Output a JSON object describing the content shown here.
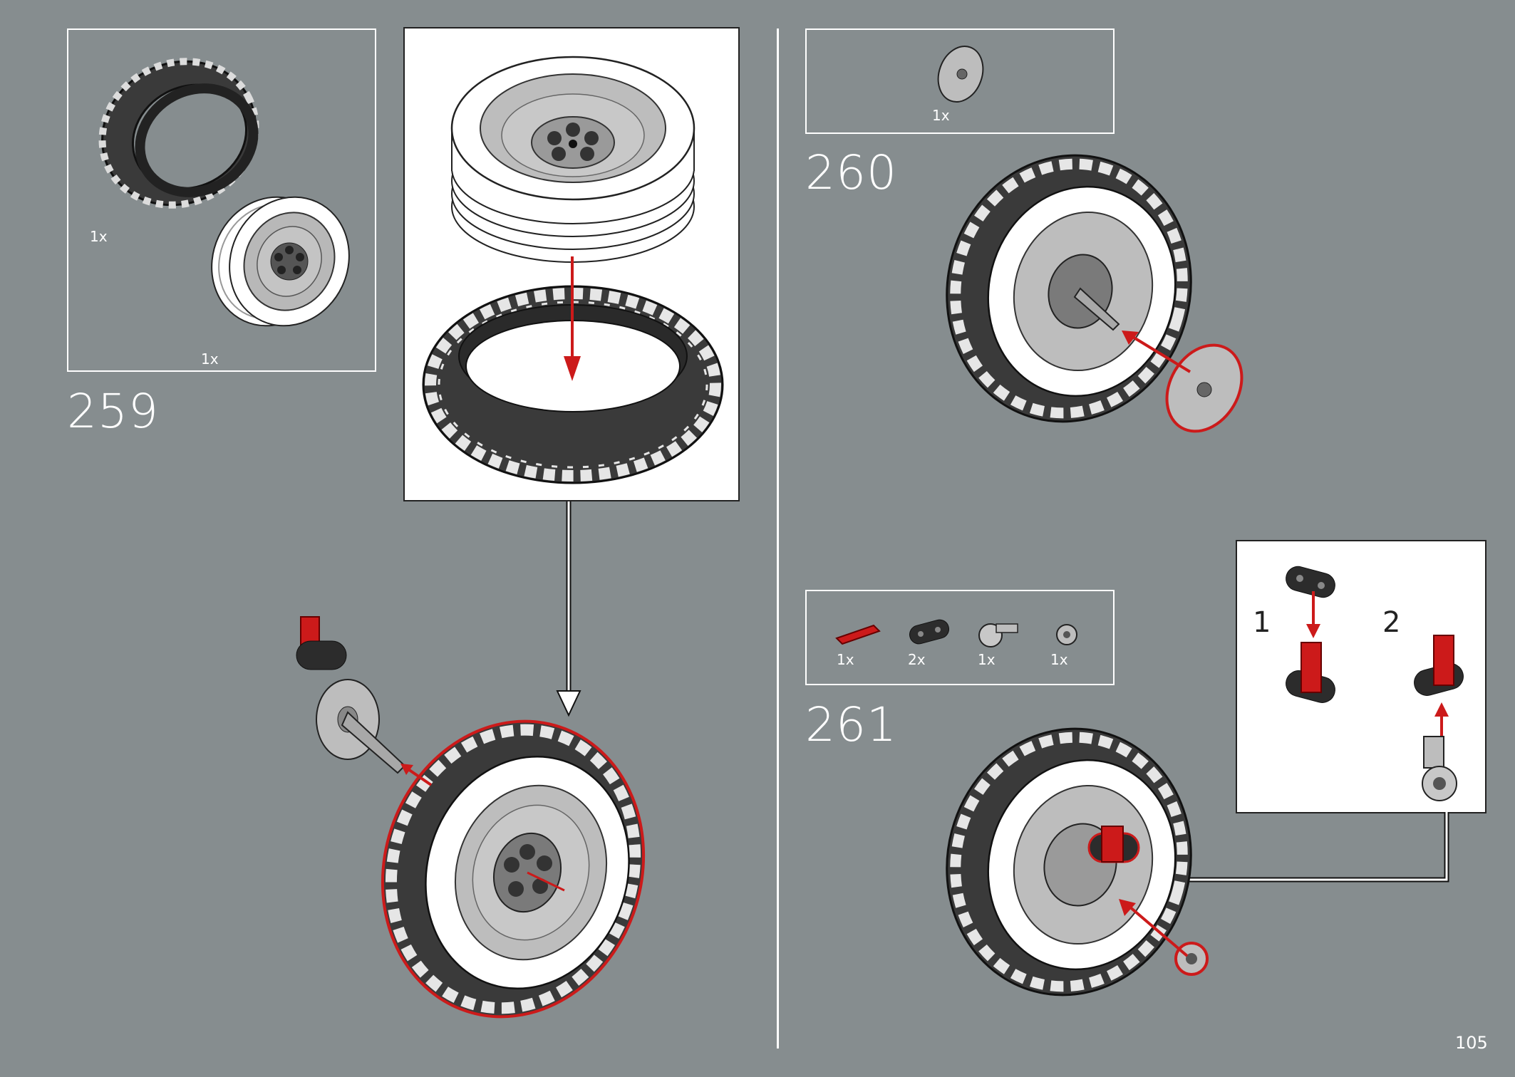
{
  "page": {
    "number": "105"
  },
  "colors": {
    "background": "#868d8f",
    "accent_red": "#cc1a1a",
    "tire": "#3a3a3a",
    "rim": "#f2f2f2",
    "panel_border": "#ffffff"
  },
  "steps": [
    {
      "number": "259",
      "parts": [
        {
          "icon": "tire-icon",
          "quantity": "1x"
        },
        {
          "icon": "wheel-rim-icon",
          "quantity": "1x"
        }
      ]
    },
    {
      "number": "260",
      "parts": [
        {
          "icon": "hub-cap-disc-icon",
          "quantity": "1x"
        }
      ]
    },
    {
      "number": "261",
      "parts": [
        {
          "icon": "axle-red-icon",
          "quantity": "1x"
        },
        {
          "icon": "beam-link-icon",
          "quantity": "2x"
        },
        {
          "icon": "axle-connector-icon",
          "quantity": "1x"
        },
        {
          "icon": "bush-icon",
          "quantity": "1x"
        }
      ],
      "sub_steps": [
        {
          "number": "1"
        },
        {
          "number": "2"
        }
      ]
    }
  ]
}
